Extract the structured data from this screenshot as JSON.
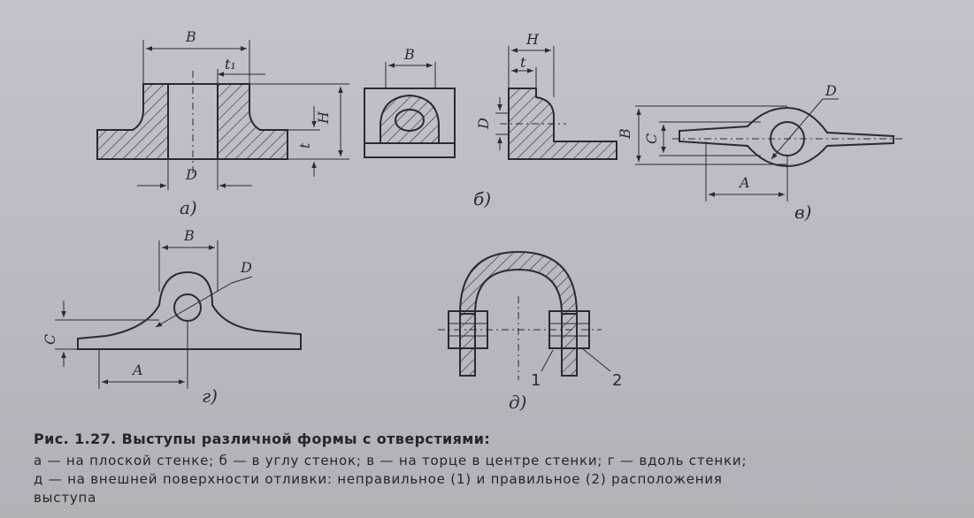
{
  "figure": {
    "number": "Рис. 1.27.",
    "title": "Выступы различной формы с отверстиями:",
    "legend_line1": "а — на плоской стенке; б — в углу стенок; в — на торце в центре стенки; г — вдоль стенки;",
    "legend_line2": "д — на внешней поверхности отливки: неправильное (1) и правильное (2) расположения",
    "legend_line3": "выступа"
  },
  "views": {
    "a": {
      "label": "а)",
      "dims": {
        "B": "B",
        "t1": "t₁",
        "H": "H",
        "t": "t",
        "D": "D"
      }
    },
    "b": {
      "label": "б)",
      "dims": {
        "B": "B",
        "H": "H",
        "t": "t",
        "D": "D"
      }
    },
    "v": {
      "label": "в)",
      "dims": {
        "B": "B",
        "C": "C",
        "D": "D",
        "A": "A"
      }
    },
    "g": {
      "label": "г)",
      "dims": {
        "B": "B",
        "D": "D",
        "C": "C",
        "A": "A"
      }
    },
    "d": {
      "label": "д)",
      "callouts": {
        "n1": "1",
        "n2": "2"
      }
    }
  },
  "colors": {
    "paper": "#c0bfc7",
    "ink": "#2a2a33"
  }
}
